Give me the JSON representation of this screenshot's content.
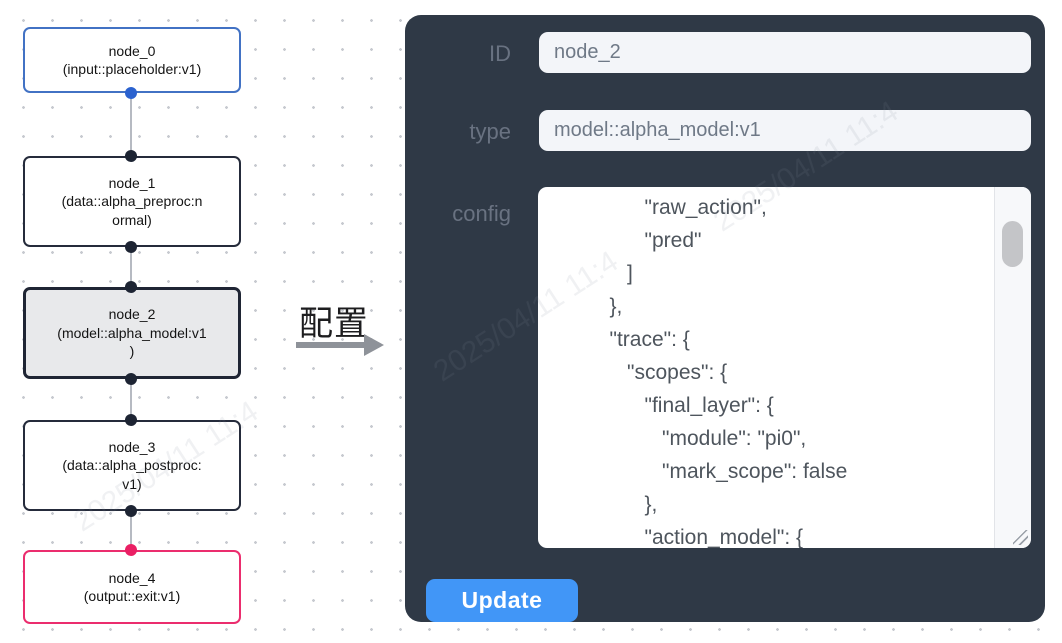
{
  "canvas": {
    "nodes": [
      {
        "title": "node_0",
        "subtitle_lines": [
          "(input::placeholder:v1)"
        ]
      },
      {
        "title": "node_1",
        "subtitle_lines": [
          "(data::alpha_preproc:n",
          "ormal)"
        ]
      },
      {
        "title": "node_2",
        "subtitle_lines": [
          "(model::alpha_model:v1",
          ")"
        ]
      },
      {
        "title": "node_3",
        "subtitle_lines": [
          "(data::alpha_postproc:",
          "v1)"
        ]
      },
      {
        "title": "node_4",
        "subtitle_lines": [
          "(output::exit:v1)"
        ]
      }
    ]
  },
  "annotation": {
    "label": "配置"
  },
  "panel": {
    "fields": [
      {
        "label": "ID",
        "value": "node_2"
      },
      {
        "label": "type",
        "value": "model::alpha_model:v1"
      }
    ],
    "config": {
      "label": "config",
      "lines": [
        "         \"raw_action\",",
        "         \"pred\"",
        "      ]",
        "   },",
        "   \"trace\": {",
        "      \"scopes\": {",
        "         \"final_layer\": {",
        "            \"module\": \"pi0\",",
        "            \"mark_scope\": false",
        "         },",
        "         \"action_model\": {"
      ]
    },
    "update_button": "Update"
  },
  "watermark": {
    "text": "2025/04/11 11:4"
  },
  "colors": {
    "panel_background": "#2f3946",
    "update_button_blue": "#4196f7",
    "input_node_border_blue": "#4272c4",
    "output_node_border_pink": "#eb2d6e",
    "selected_node_fill": "#e8e9eb",
    "handle_dot_dark": "#1d2433",
    "handle_dot_blue": "#2b62cf",
    "handle_dot_pink": "#ea1f64"
  }
}
